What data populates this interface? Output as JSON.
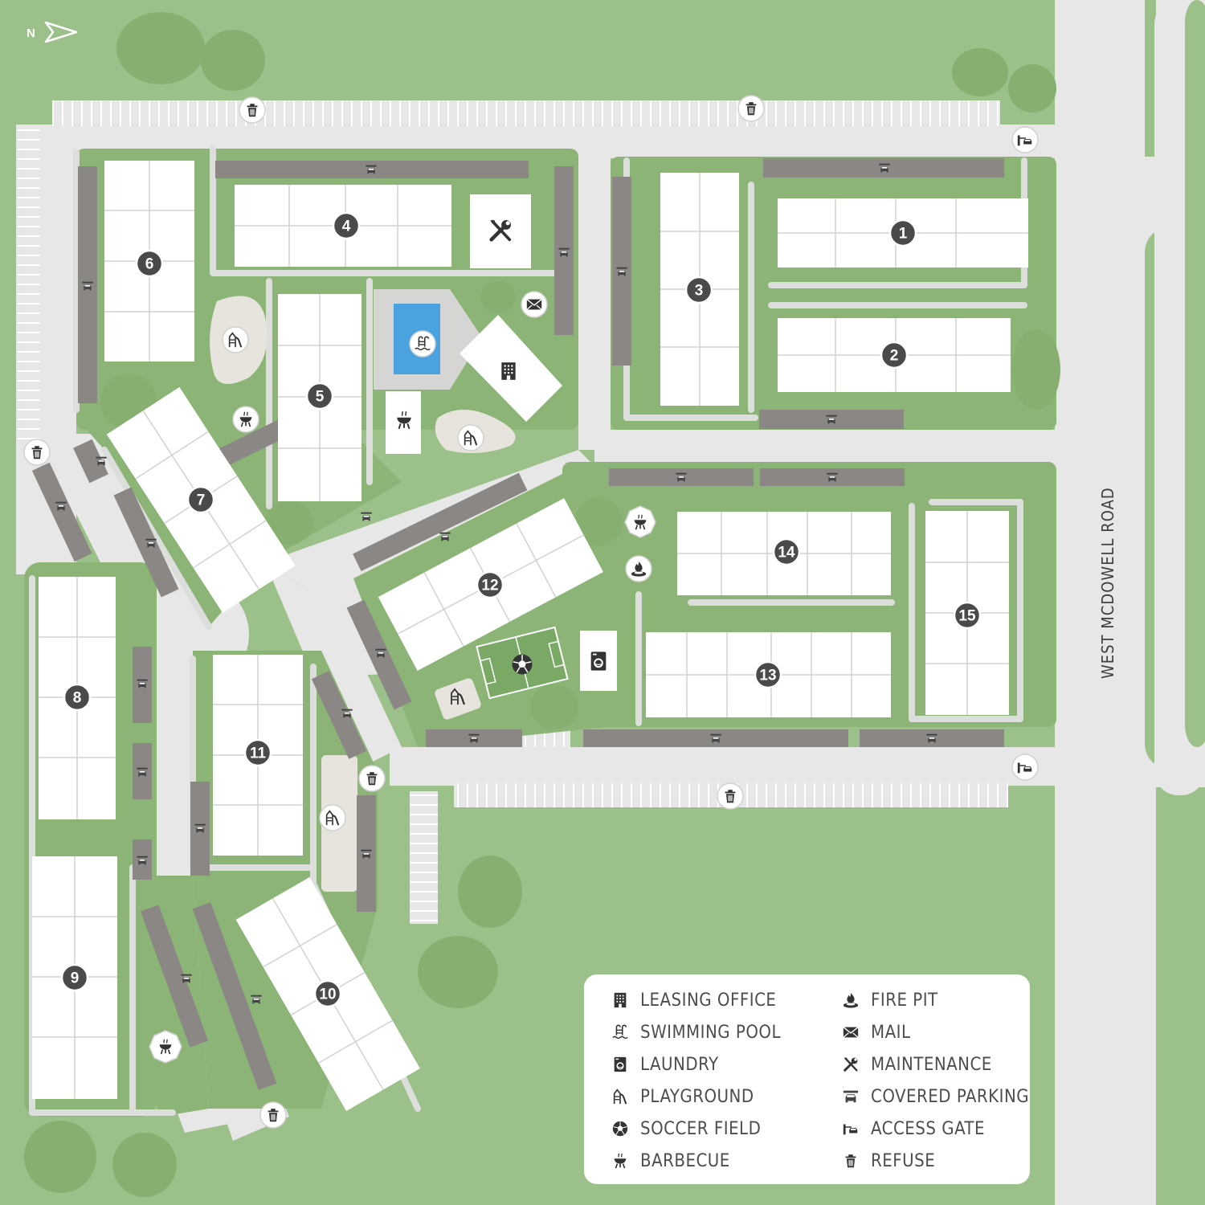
{
  "compass": {
    "label": "N"
  },
  "road": {
    "name": "WEST MCDOWELL ROAD"
  },
  "buildings": [
    "1",
    "2",
    "3",
    "4",
    "5",
    "6",
    "7",
    "8",
    "9",
    "10",
    "11",
    "12",
    "13",
    "14",
    "15"
  ],
  "legend": [
    {
      "icon": "leasing-office-icon",
      "label": "LEASING OFFICE"
    },
    {
      "icon": "fire-pit-icon",
      "label": "FIRE PIT"
    },
    {
      "icon": "swimming-pool-icon",
      "label": "SWIMMING POOL"
    },
    {
      "icon": "mail-icon",
      "label": "MAIL"
    },
    {
      "icon": "laundry-icon",
      "label": "LAUNDRY"
    },
    {
      "icon": "maintenance-icon",
      "label": "MAINTENANCE"
    },
    {
      "icon": "playground-icon",
      "label": "PLAYGROUND"
    },
    {
      "icon": "covered-parking-icon",
      "label": "COVERED PARKING"
    },
    {
      "icon": "soccer-field-icon",
      "label": "SOCCER FIELD"
    },
    {
      "icon": "access-gate-icon",
      "label": "ACCESS GATE"
    },
    {
      "icon": "barbecue-icon",
      "label": "BARBECUE"
    },
    {
      "icon": "refuse-icon",
      "label": "REFUSE"
    }
  ],
  "colors": {
    "grass": "#9cc089",
    "lawn": "#8cb477",
    "road": "#e6e7e6",
    "building": "#ffffff",
    "covered_parking": "#8a8785",
    "badge": "#4a4a4a",
    "pool": "#4aa3df"
  }
}
